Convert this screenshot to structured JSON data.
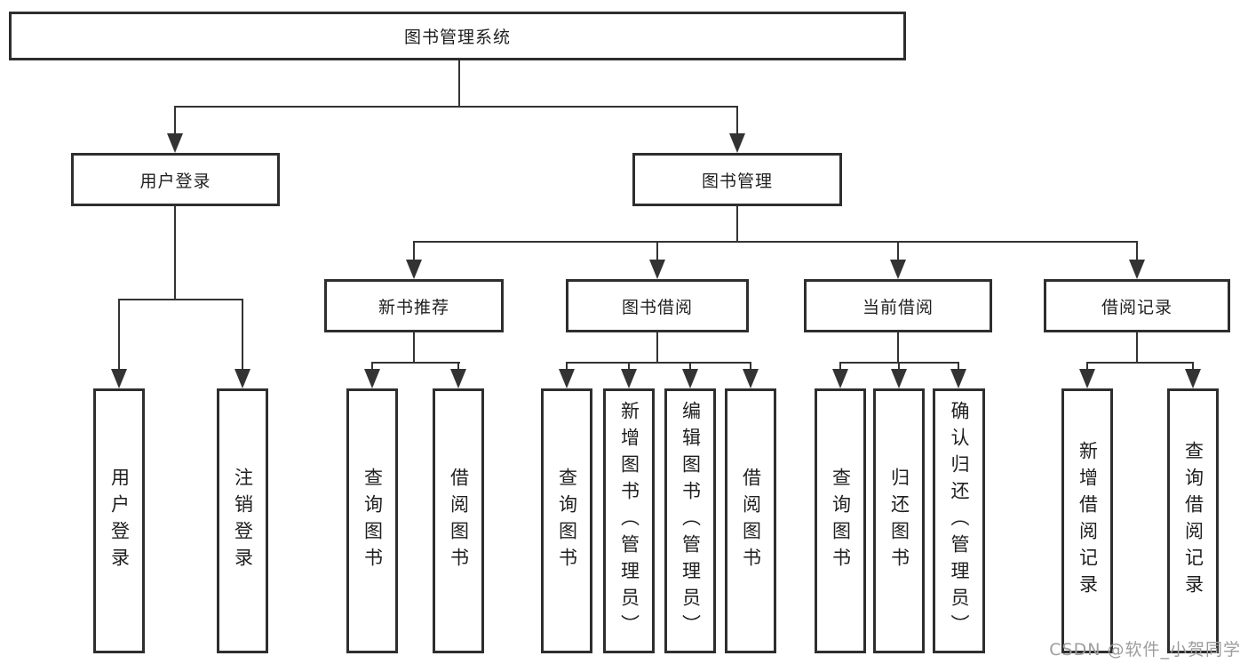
{
  "nodes": {
    "root": "图书管理系统",
    "user_login": "用户登录",
    "book_mgmt": "图书管理",
    "new_book_rec": "新书推荐",
    "book_borrow": "图书借阅",
    "current_borrow": "当前借阅",
    "borrow_record": "借阅记录",
    "leaf_user_login": "用户登录",
    "leaf_logout": "注销登录",
    "leaf_nb_query": "查询图书",
    "leaf_nb_borrow": "借阅图书",
    "leaf_bb_query": "查询图书",
    "leaf_bb_add": "新增图书（管理员）",
    "leaf_bb_edit": "编辑图书（管理员）",
    "leaf_bb_borrow": "借阅图书",
    "leaf_cb_query": "查询图书",
    "leaf_cb_return": "归还图书",
    "leaf_cb_confirm": "确认归还（管理员）",
    "leaf_br_add": "新增借阅记录",
    "leaf_br_query": "查询借阅记录"
  },
  "hierarchy": {
    "图书管理系统": {
      "用户登录": [
        "用户登录",
        "注销登录"
      ],
      "图书管理": {
        "新书推荐": [
          "查询图书",
          "借阅图书"
        ],
        "图书借阅": [
          "查询图书",
          "新增图书（管理员）",
          "编辑图书（管理员）",
          "借阅图书"
        ],
        "当前借阅": [
          "查询图书",
          "归还图书",
          "确认归还（管理员）"
        ],
        "借阅记录": [
          "新增借阅记录",
          "查询借阅记录"
        ]
      }
    }
  },
  "watermark": "CSDN @软件_小贺同学",
  "colors": {
    "line": "#333333",
    "box_border": "#2e2e2e",
    "text": "#1f1f1f",
    "watermark": "#9d9d9d",
    "background": "#ffffff"
  }
}
